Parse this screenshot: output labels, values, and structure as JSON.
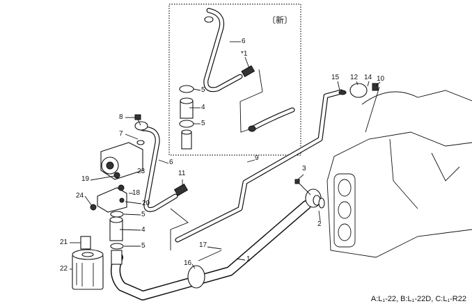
{
  "diagram": {
    "inset_mark": "〔新〕",
    "caption": "A:L₁-22, B:L₁-22D, C:L₁-R22",
    "callouts": {
      "inset_6": "6",
      "inset_1": "*1",
      "inset_5a": "5",
      "inset_4": "4",
      "inset_5b": "5",
      "c15": "15",
      "c12": "12",
      "c14": "14",
      "c10": "10",
      "c8": "8",
      "c7": "7",
      "c6": "6",
      "c9": "9",
      "c3": "3",
      "c11": "11",
      "c23": "23",
      "c19": "19",
      "c18": "18",
      "c20": "20",
      "c24": "24",
      "c5a": "5",
      "c4": "4",
      "c5b": "5",
      "c21": "21",
      "c22": "22",
      "c17": "17",
      "c16": "16",
      "c1": "1",
      "c2": "2"
    }
  }
}
